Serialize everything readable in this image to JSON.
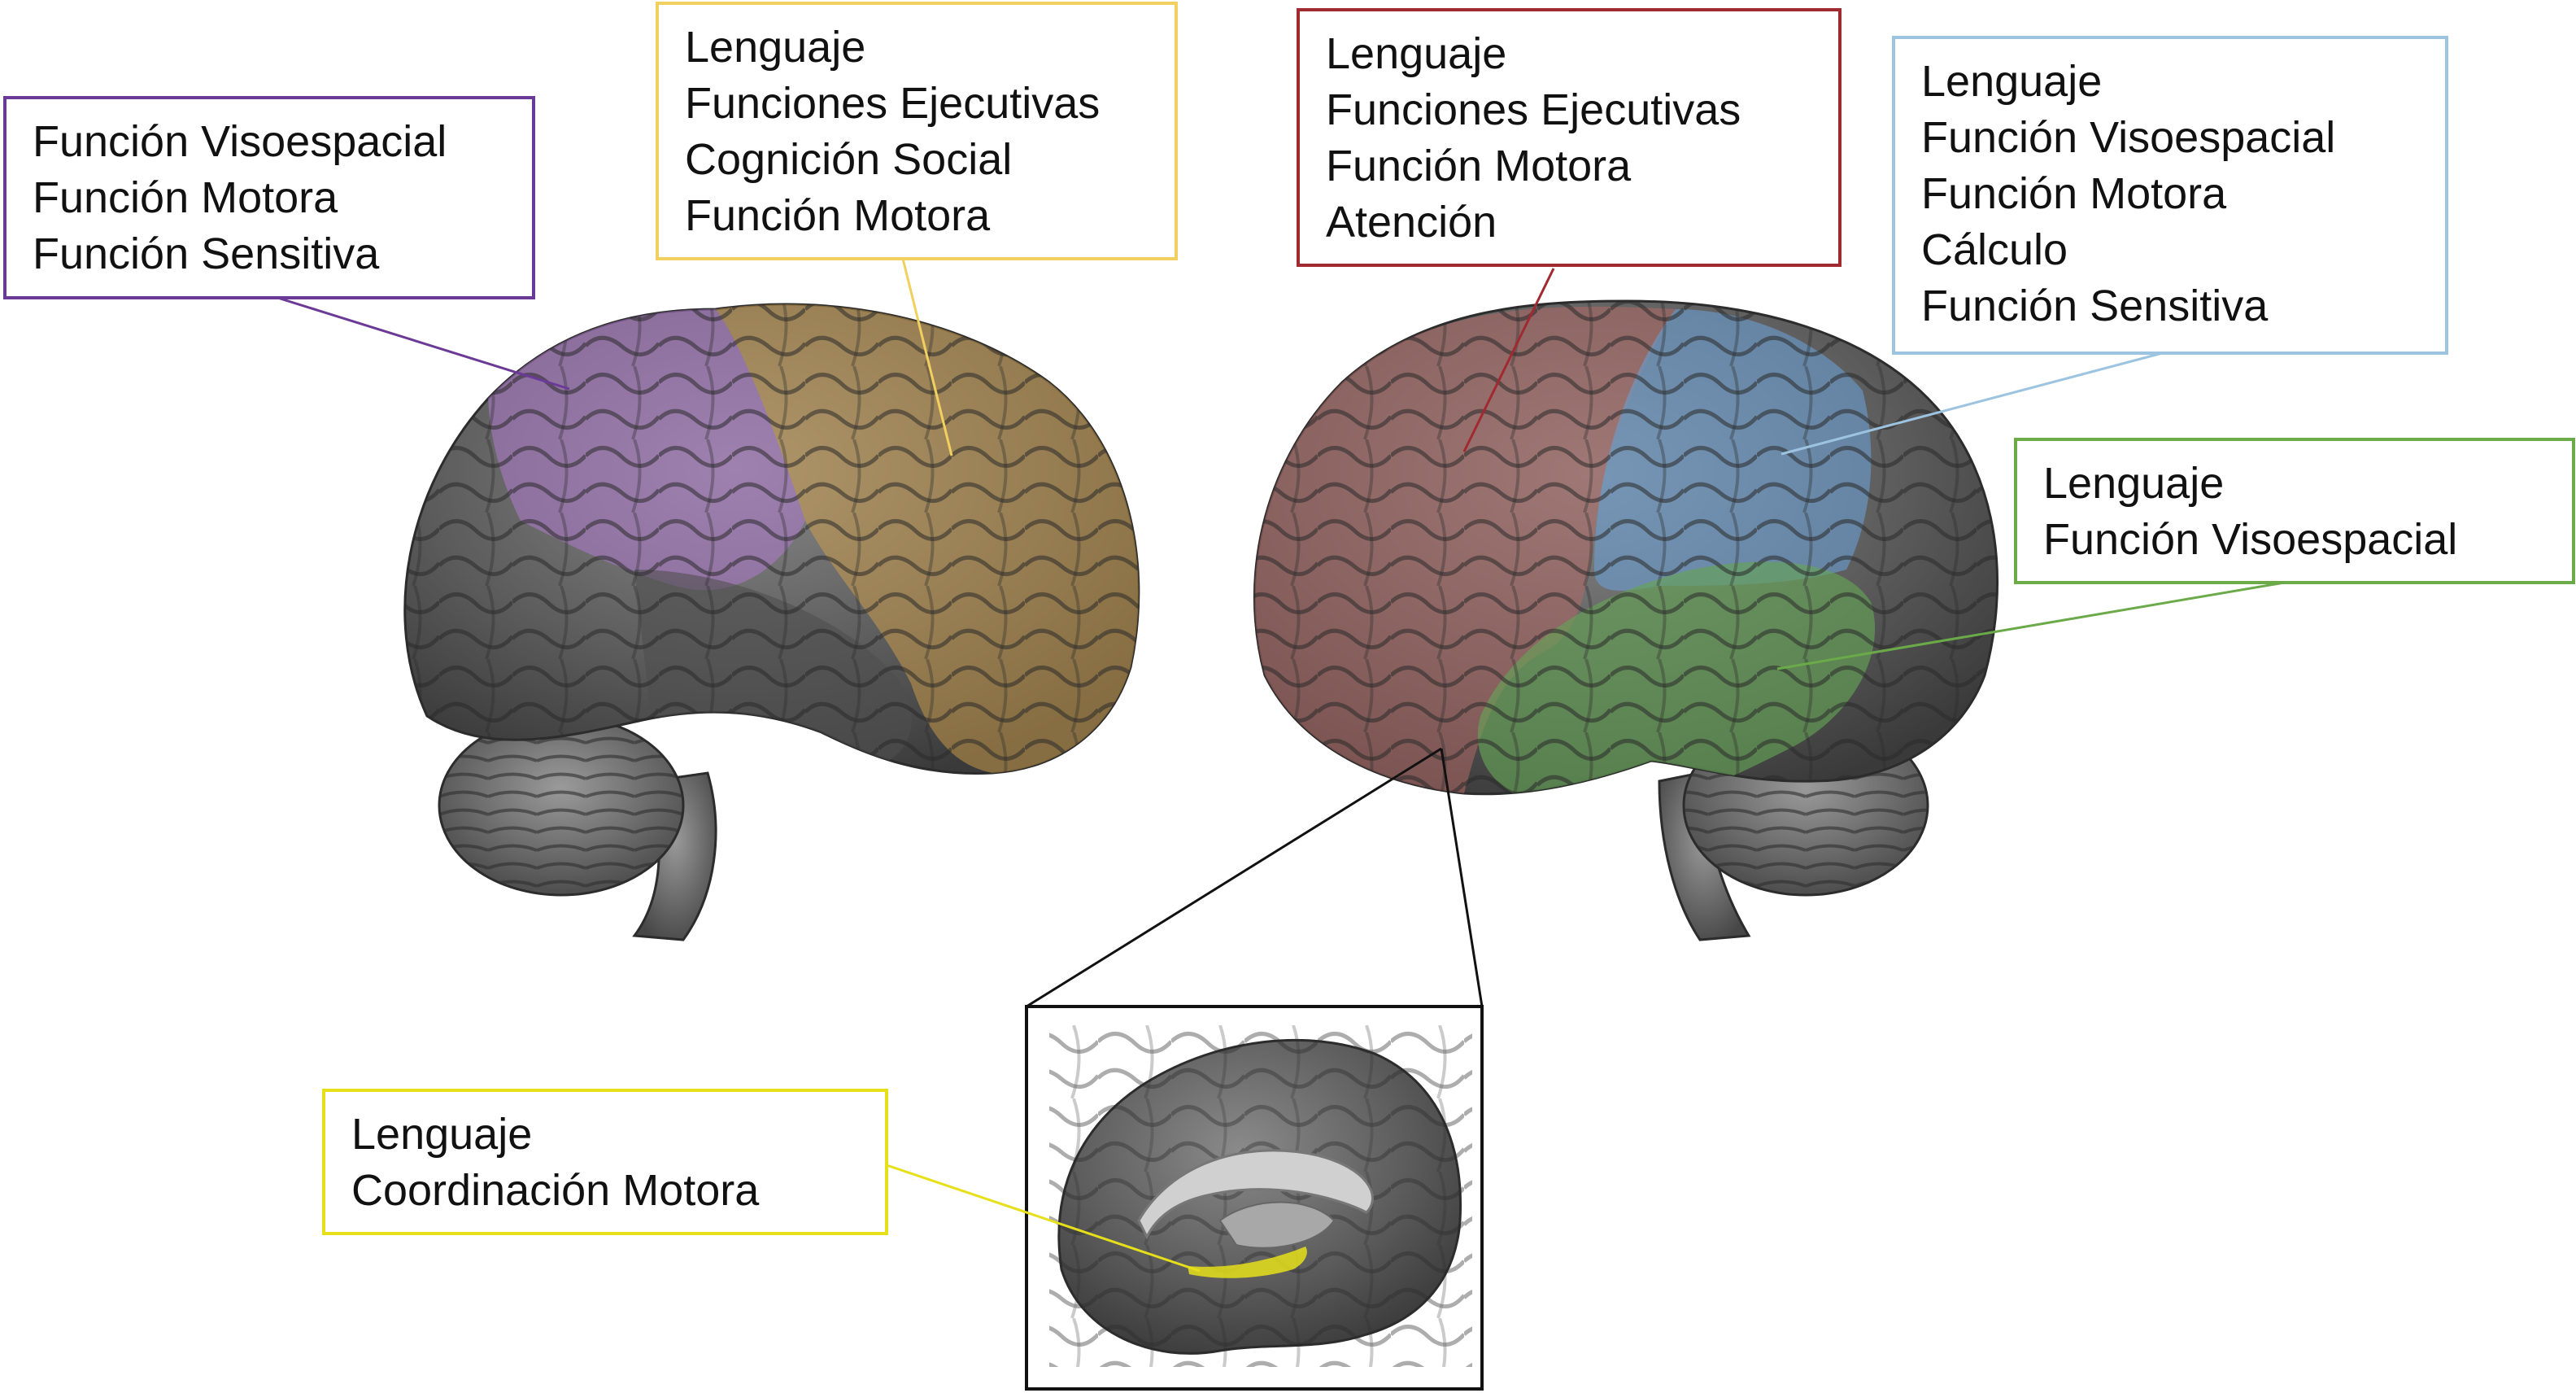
{
  "colors": {
    "parietal": "#6b3a96",
    "frontal_left": "#f2d060",
    "frontal_right": "#a02a30",
    "parietal_right": "#9cc4e0",
    "temporal_right": "#6aaa48",
    "cerebellum": "#e6e01a",
    "tissue": "#5f5f5f",
    "tissue_dark": "#3a3a3a"
  },
  "labels": {
    "left_parietal": [
      "Función Visoespacial",
      "Función Motora",
      "Función Sensitiva"
    ],
    "left_frontal": [
      "Lenguaje",
      "Funciones Ejecutivas",
      "Cognición Social",
      "Función Motora"
    ],
    "right_frontal": [
      "Lenguaje",
      "Funciones Ejecutivas",
      "Función Motora",
      "Atención"
    ],
    "right_parietal": [
      "Lenguaje",
      "Función Visoespacial",
      "Función Motora",
      "Cálculo",
      "Función Sensitiva"
    ],
    "right_temporal": [
      "Lenguaje",
      "Función Visoespacial"
    ],
    "cerebellar": [
      "Lenguaje",
      "Coordinación Motora"
    ]
  }
}
